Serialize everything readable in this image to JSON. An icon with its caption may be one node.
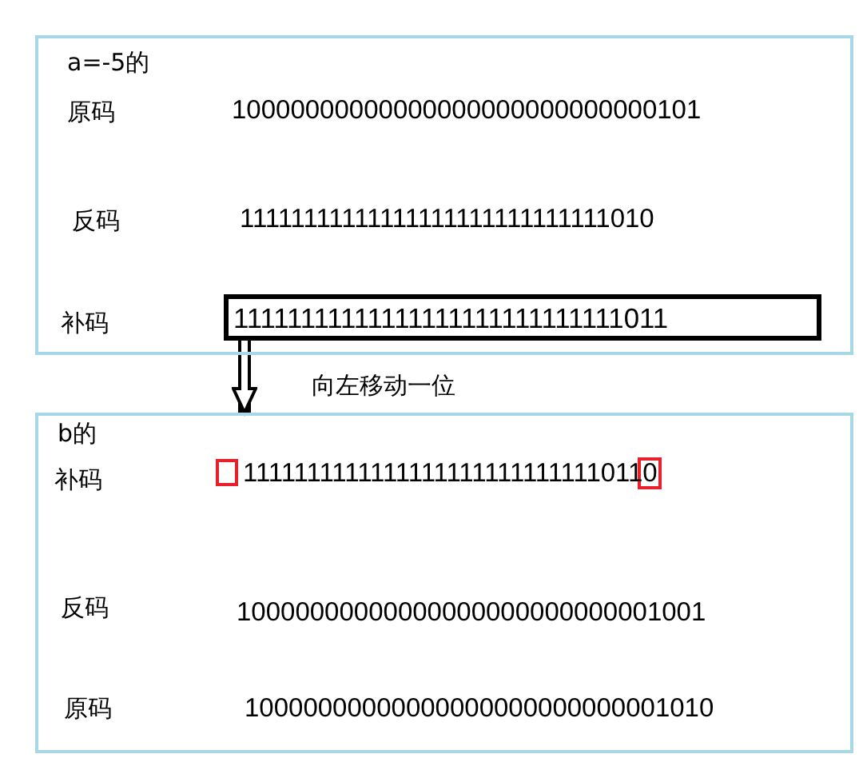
{
  "diagram": {
    "nodes": [
      {
        "text": [
          "a=-5的"
        ]
      },
      {
        "text": [
          "11111111111111111111111111111011"
        ],
        "in": 0
      },
      {
        "text": [
          "b的"
        ]
      },
      {
        "text": [],
        "shape": "box",
        "in": 2
      },
      {
        "text": [],
        "shape": "box",
        "in": 2
      }
    ],
    "edges": [
      {
        "from": 1,
        "to": 2,
        "arrow": "to",
        "label": "向左移动一位"
      }
    ],
    "labels": [
      "原码",
      "10000000000000000000000000000101",
      "反码",
      "11111111111111111111111111111010",
      "补码",
      "补码",
      "11111111111111111111111111110110",
      "反码",
      "10000000000000000000000000001001",
      "原码",
      "10000000000000000000000000001010"
    ]
  }
}
